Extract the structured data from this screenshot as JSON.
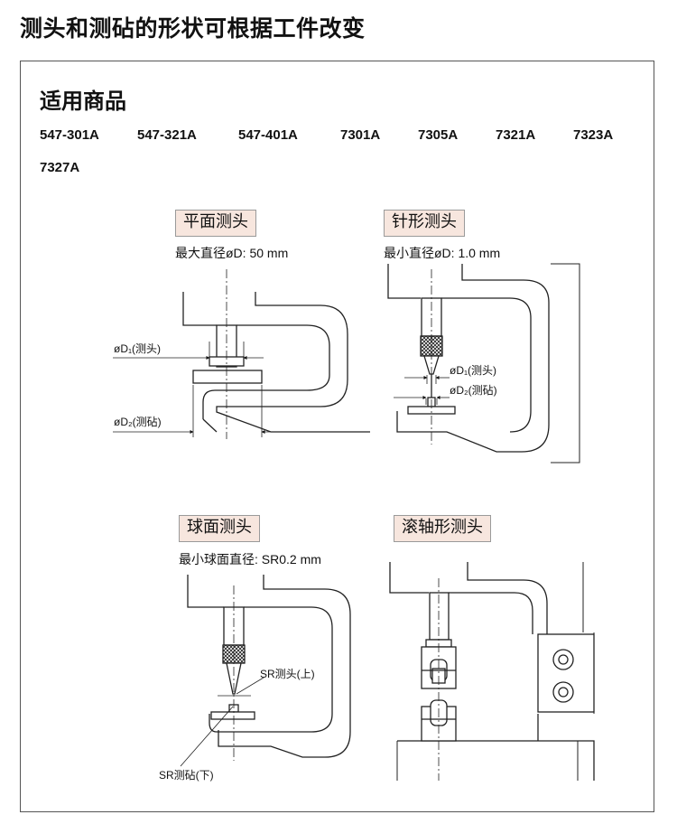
{
  "page_title": "测头和测砧的形状可根据工件改变",
  "section_title": "适用商品",
  "models": [
    "547-301A",
    "547-321A",
    "547-401A",
    "7301A",
    "7305A",
    "7321A",
    "7323A",
    "7327A"
  ],
  "panels": [
    {
      "label": "平面测头",
      "spec": "最大直径øD: 50 mm",
      "ann1": "øD₁(测头)",
      "ann2": "øD₂(测砧)"
    },
    {
      "label": "针形测头",
      "spec": "最小直径øD: 1.0 mm",
      "ann1": "øD₁(测头)",
      "ann2": "øD₂(测砧)"
    },
    {
      "label": "球面测头",
      "spec": "最小球面直径: SR0.2 mm",
      "ann1": "SR测头(上)",
      "ann2": "SR测砧(下)"
    },
    {
      "label": "滚轴形测头",
      "spec": ""
    }
  ]
}
